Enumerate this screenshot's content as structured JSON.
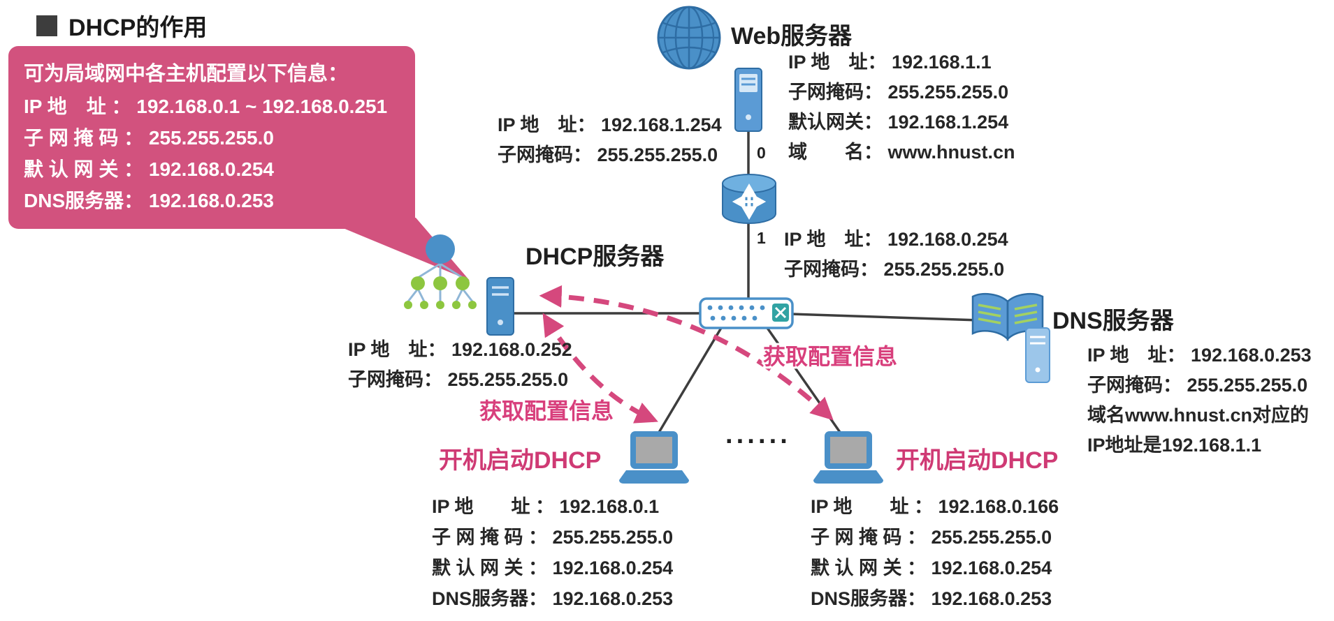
{
  "title": "DHCP的作用",
  "callout": {
    "heading": "可为局域网中各主机配置以下信息：",
    "line1": "IP 地　址 ： 192.168.0.1 ~ 192.168.0.251",
    "line2": "子 网 掩 码 ： 255.255.255.0",
    "line3": "默 认 网 关 ： 192.168.0.254",
    "line4": "DNS服务器： 192.168.0.253"
  },
  "web_server": {
    "label": "Web服务器",
    "ip": "IP 地　址： 192.168.1.1",
    "mask": "子网掩码： 255.255.255.0",
    "gateway": "默认网关： 192.168.1.254",
    "domain": "域　　名： www.hnust.cn"
  },
  "router": {
    "port0": "0",
    "port1": "1",
    "left_ip": "IP 地　址： 192.168.1.254",
    "left_mask": "子网掩码： 255.255.255.0",
    "right_ip": "IP 地　址： 192.168.0.254",
    "right_mask": "子网掩码： 255.255.255.0"
  },
  "dhcp_server": {
    "label": "DHCP服务器",
    "ip": "IP 地　址： 192.168.0.252",
    "mask": "子网掩码： 255.255.255.0"
  },
  "dns_server": {
    "label": "DNS服务器",
    "ip": "IP 地　址： 192.168.0.253",
    "mask": "子网掩码： 255.255.255.0",
    "note1": "域名www.hnust.cn对应的",
    "note2": "IP地址是192.168.1.1"
  },
  "clients": {
    "ellipsis": "······",
    "left": {
      "boot_label": "开机启动DHCP",
      "ip": "IP 地　　址 ： 192.168.0.1",
      "mask": "子 网 掩 码 ： 255.255.255.0",
      "gateway": "默 认 网 关 ： 192.168.0.254",
      "dns": "DNS服务器： 192.168.0.253"
    },
    "right": {
      "boot_label": "开机启动DHCP",
      "ip": "IP 地　　址 ： 192.168.0.166",
      "mask": "子 网 掩 码 ： 255.255.255.0",
      "gateway": "默 认 网 关 ： 192.168.0.254",
      "dns": "DNS服务器： 192.168.0.253"
    }
  },
  "arrows": {
    "label_left": "获取配置信息",
    "label_right": "获取配置信息"
  },
  "icons": [
    "globe-icon",
    "server-tower-icon",
    "router-icon",
    "switch-icon",
    "network-tree-icon",
    "open-book-icon",
    "laptop-icon",
    "bullet-square-icon"
  ],
  "colors": {
    "callout_bg": "#d2527e",
    "pink_arrow": "#d5487d",
    "icon_blue": "#4a90c8",
    "icon_blue_dark": "#2e6da4",
    "icon_green": "#8dc63f",
    "line_dark": "#3d3d3d"
  }
}
